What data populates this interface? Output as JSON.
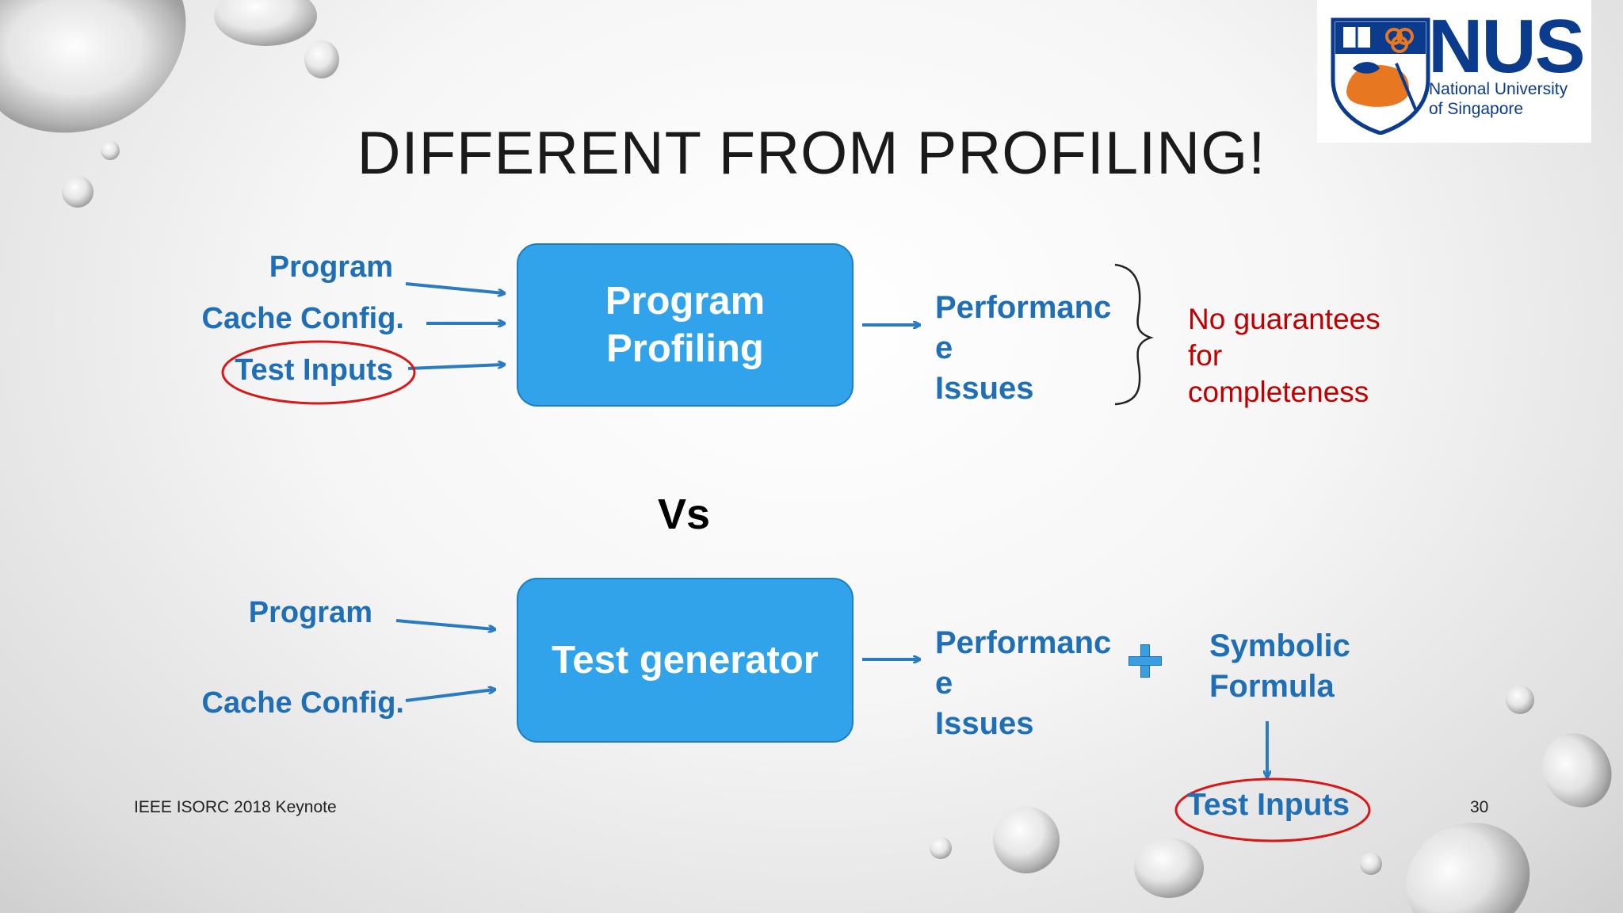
{
  "title": "DIFFERENT FROM PROFILING!",
  "logo": {
    "acronym": "NUS",
    "full_name": "National University\nof Singapore"
  },
  "top_diagram": {
    "inputs": [
      "Program",
      "Cache Config.",
      "Test Inputs"
    ],
    "box_label_line1": "Program",
    "box_label_line2": "Profiling",
    "output": "Performanc\ne\nIssues",
    "note": "No guarantees\nfor\ncompleteness"
  },
  "vs_label": "Vs",
  "bottom_diagram": {
    "inputs": [
      "Program",
      "Cache Config."
    ],
    "box_label": "Test generator",
    "output": "Performanc\ne\nIssues",
    "plus_symbol": "+",
    "formula": "Symbolic\nFormula",
    "result": "Test Inputs"
  },
  "footer": {
    "left": "IEEE ISORC 2018 Keynote",
    "page_number": "30"
  },
  "colors": {
    "blue_text": "#1f6fb6",
    "box_fill": "#30a3ea",
    "red": "#c00000",
    "logo_navy": "#0b3b8c",
    "logo_orange": "#e87722"
  }
}
